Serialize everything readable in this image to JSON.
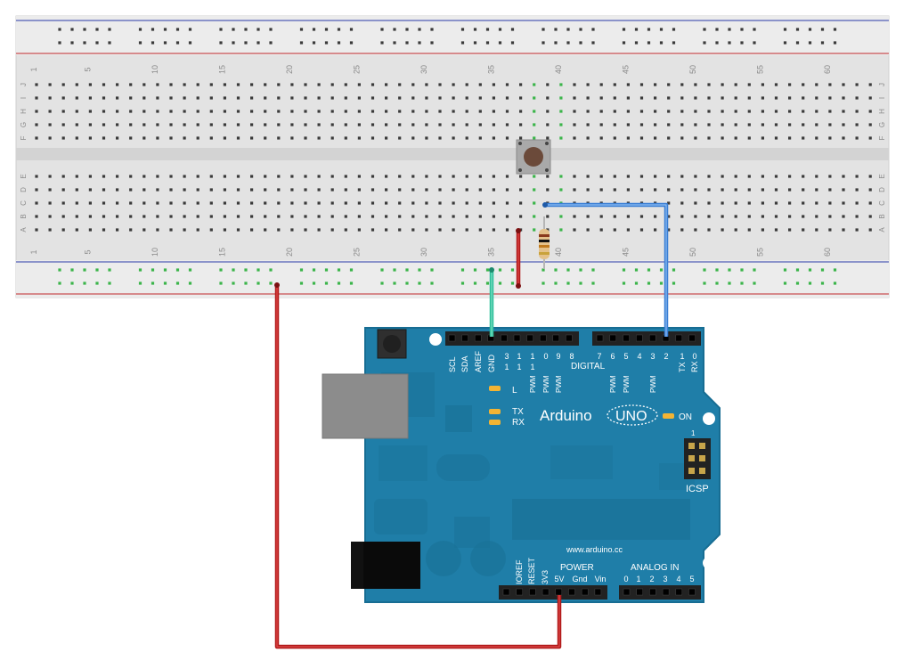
{
  "colors": {
    "breadboard": "#e4e4e4",
    "breadboard_rail": "#ececec",
    "rail_blue": "#2a3aa8",
    "rail_red": "#c0292b",
    "hole": "#3a3a3a",
    "hole_connected": "#3bb54a",
    "arduino_board": "#1f7ea8",
    "arduino_dark": "#176d93",
    "header": "#222222",
    "usb_connector": "#8c8c8c",
    "power_jack": "#0a0a0a",
    "wire_red": "#b11b1b",
    "wire_blue": "#3a7fd5",
    "wire_green": "#2fbf9a",
    "led_yellow": "#f3b433",
    "silkscreen": "#ffffff"
  },
  "breadboard": {
    "column_labels": [
      "1",
      "5",
      "10",
      "15",
      "20",
      "25",
      "30",
      "35",
      "40",
      "45",
      "50",
      "55",
      "60"
    ],
    "top_row_letters": [
      "J",
      "I",
      "H",
      "G",
      "F"
    ],
    "bottom_row_letters": [
      "E",
      "D",
      "C",
      "B",
      "A"
    ]
  },
  "arduino": {
    "brand": "Arduino",
    "model": "UNO",
    "on_label": "ON",
    "website": "www.arduino.cc",
    "digital_label": "DIGITAL",
    "power_label": "POWER",
    "analog_label": "ANALOG IN",
    "icsp_label": "ICSP",
    "icsp_pin1": "1",
    "led_l": "L",
    "led_tx": "TX",
    "led_rx": "RX",
    "pwm": "PWM",
    "left_header_pins": [
      "SCL",
      "SDA",
      "AREF",
      "GND"
    ],
    "digital_upper": [
      "3",
      "1",
      "1",
      "0",
      "9",
      "8"
    ],
    "digital_lower": [
      "1",
      "1",
      "1",
      "",
      "",
      ""
    ],
    "digital_right_pins": [
      "7",
      "6",
      "5",
      "4",
      "3",
      "2",
      "TX",
      "RX"
    ],
    "digital_right_sub": [
      "",
      "",
      "",
      "",
      "",
      "",
      "1",
      "0"
    ],
    "power_pins": [
      "IOREF",
      "RESET",
      "3V3",
      "5V",
      "Gnd",
      "Vin"
    ],
    "analog_pins": [
      "0",
      "1",
      "2",
      "3",
      "4",
      "5"
    ]
  },
  "components": {
    "pushbutton": "pushbutton",
    "resistor": "resistor"
  }
}
